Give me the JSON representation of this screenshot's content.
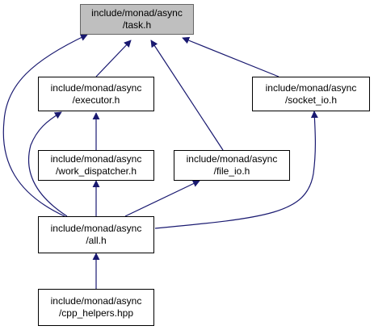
{
  "nodes": {
    "task": {
      "line1": "include/monad/async",
      "line2": "/task.h"
    },
    "executor": {
      "line1": "include/monad/async",
      "line2": "/executor.h"
    },
    "socket_io": {
      "line1": "include/monad/async",
      "line2": "/socket_io.h"
    },
    "work_dispatcher": {
      "line1": "include/monad/async",
      "line2": "/work_dispatcher.h"
    },
    "file_io": {
      "line1": "include/monad/async",
      "line2": "/file_io.h"
    },
    "all": {
      "line1": "include/monad/async",
      "line2": "/all.h"
    },
    "cpp_helpers": {
      "line1": "include/monad/async",
      "line2": "/cpp_helpers.hpp"
    }
  },
  "colors": {
    "edge": "#191970",
    "root_fill": "#bfbfbf",
    "node_fill": "#ffffff",
    "node_border": "#000000"
  }
}
